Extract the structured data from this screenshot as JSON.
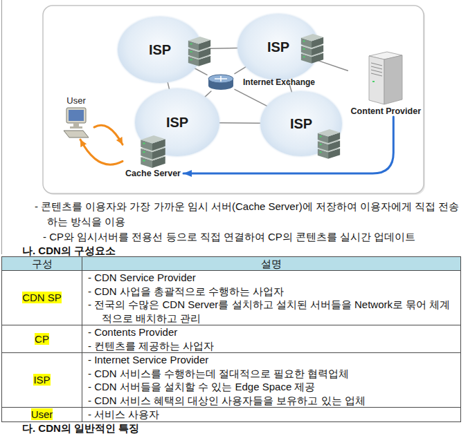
{
  "diagram": {
    "nodes": [
      {
        "text": [
          "ISP"
        ]
      },
      {
        "text": [
          "ISP"
        ]
      },
      {
        "text": [
          "Internet Exchange"
        ]
      },
      {
        "text": [
          "User"
        ]
      },
      {
        "text": [
          "Content Provider"
        ]
      },
      {
        "text": [
          "ISP"
        ]
      },
      {
        "text": [
          "ISP"
        ]
      },
      {
        "text": [
          "Cache Server"
        ]
      }
    ],
    "edges": [
      {
        "from": 0,
        "to": 1,
        "arrow": "none"
      },
      {
        "from": 0,
        "to": 5,
        "arrow": "none"
      },
      {
        "from": 1,
        "to": 6,
        "arrow": "none"
      },
      {
        "from": 5,
        "to": 6,
        "arrow": "none"
      },
      {
        "from": 0,
        "to": 2,
        "arrow": "none"
      },
      {
        "from": 1,
        "to": 2,
        "arrow": "none"
      },
      {
        "from": 5,
        "to": 2,
        "arrow": "none"
      },
      {
        "from": 6,
        "to": 2,
        "arrow": "none"
      },
      {
        "from": 1,
        "to": 4,
        "arrow": "none"
      },
      {
        "from": 4,
        "to": 7,
        "arrow": "to"
      },
      {
        "from": 3,
        "to": 7,
        "arrow": "both"
      }
    ],
    "labels": [
      "- 콘텐츠를 이용자와 가장 가까운 임시 서버(Cache Server)에 저장하여 이용자에게 직접 전송하는 방식을 이용",
      "- CP와 임시서버를 전용선 등으로 직접 연결하여 CP의 콘텐츠를 실시간 업데이트",
      "나. CDN의 구성요소",
      "구성",
      "설명",
      "CDN SP",
      "- CDN Service Provider",
      "- CDN 사업을 총괄적으로 수행하는 사업자",
      "- 전국의 수많은 CDN Server를 설치하고 설치된 서버들을 Network로 묶어 체계적으로 배치하고 관리",
      "CP",
      "- Contents Provider",
      "- 컨텐츠를 제공하는 사업자",
      "ISP",
      "- Internet Service Provider",
      "- CDN 서비스를 수행하는데 절대적으로 필요한 협력업체",
      "- CDN 서버들을 설치할 수 있는 Edge Space 제공",
      "- CDN 서비스 혜택의 대상인 사용자들을 보유하고 있는 업체",
      "User",
      "- 서비스 사용자",
      "다. CDN의 일반적인 특징"
    ]
  }
}
